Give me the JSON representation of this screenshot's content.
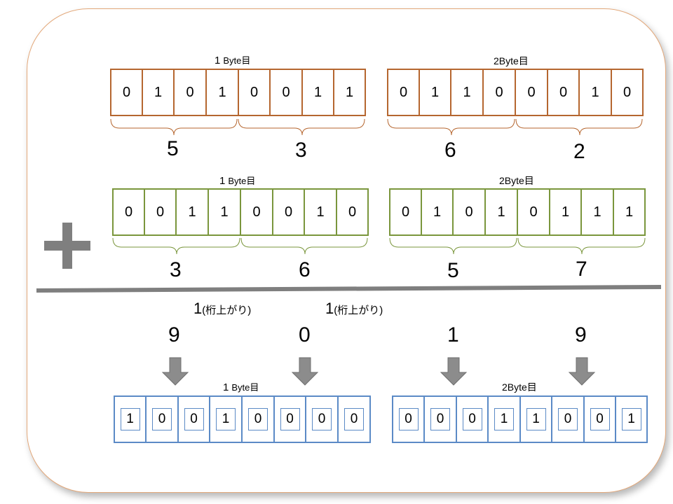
{
  "rows": {
    "operand1": {
      "byte1": {
        "label_num": "1",
        "label_suffix": "Byte目",
        "bits": [
          "0",
          "1",
          "0",
          "1",
          "0",
          "0",
          "1",
          "1"
        ],
        "nibbles": [
          "5",
          "3"
        ]
      },
      "byte2": {
        "label": "2Byte目",
        "bits": [
          "0",
          "1",
          "1",
          "0",
          "0",
          "0",
          "1",
          "0"
        ],
        "nibbles": [
          "6",
          "2"
        ]
      }
    },
    "operand2": {
      "byte1": {
        "label_num": "1",
        "label_suffix": "Byte目",
        "bits": [
          "0",
          "0",
          "1",
          "1",
          "0",
          "0",
          "1",
          "0"
        ],
        "nibbles": [
          "3",
          "6"
        ]
      },
      "byte2": {
        "label": "2Byte目",
        "bits": [
          "0",
          "1",
          "0",
          "1",
          "0",
          "1",
          "1",
          "1"
        ],
        "nibbles": [
          "5",
          "7"
        ]
      }
    },
    "result": {
      "carry_notes": [
        {
          "one": "1",
          "text": "(桁上がり)"
        },
        {
          "one": "1",
          "text": "(桁上がり)"
        }
      ],
      "digits": [
        "9",
        "0",
        "1",
        "9"
      ],
      "byte1": {
        "label_num": "1",
        "label_suffix": "Byte目",
        "bits": [
          "1",
          "0",
          "0",
          "1",
          "0",
          "0",
          "0",
          "0"
        ]
      },
      "byte2": {
        "label": "2Byte目",
        "bits": [
          "0",
          "0",
          "0",
          "1",
          "1",
          "0",
          "0",
          "1"
        ]
      }
    }
  },
  "operator": "+",
  "colors": {
    "operand1": "#b5662f",
    "operand2": "#7a963c",
    "result": "#5b8ac6",
    "rule": "#7f7f7f",
    "arrow": "#8c8c8c",
    "frame": "#e3a87a"
  }
}
